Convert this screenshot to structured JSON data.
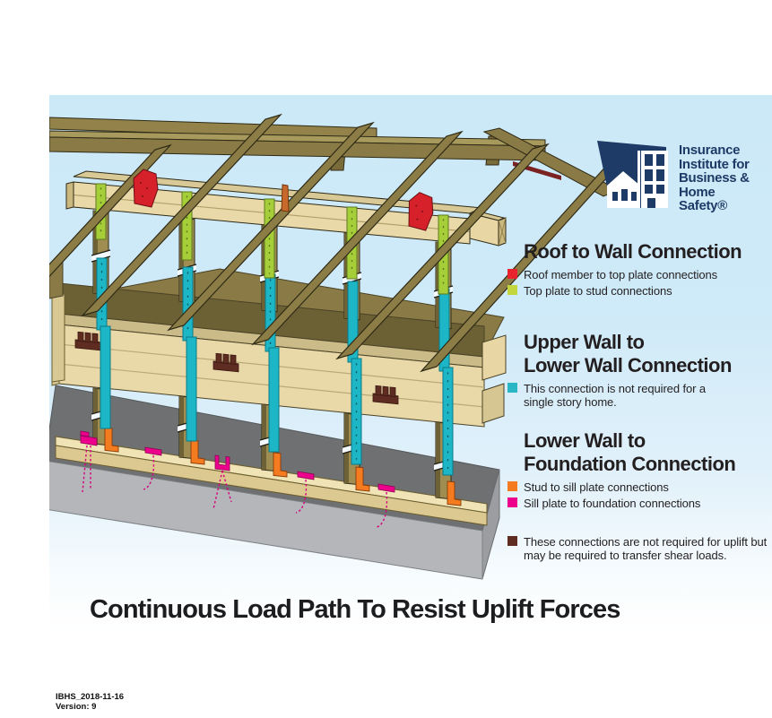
{
  "logo": {
    "line1": "Insurance",
    "line2": "Institute for",
    "line3": "Business &",
    "line4": "Home",
    "line5": "Safety®"
  },
  "colors": {
    "roof_red": "#e8232e",
    "roof_green": "#c3d63e",
    "upper_cyan": "#29b7c6",
    "foundation_orange": "#f47b20",
    "foundation_magenta": "#ec008c",
    "note_brown": "#5f2c21",
    "navy": "#1e3a66"
  },
  "sections": {
    "roof": {
      "title": "Roof to Wall Connection",
      "item_red": "Roof member to top plate connections",
      "item_green": "Top plate to stud connections"
    },
    "upper": {
      "title_line1": "Upper Wall to",
      "title_line2": "Lower Wall Connection",
      "item_line1": "This connection is not required for a",
      "item_line2": "single story home."
    },
    "foundation": {
      "title_line1": "Lower Wall to",
      "title_line2": "Foundation Connection",
      "item_orange": "Stud to sill plate connections",
      "item_magenta": "Sill plate to foundation connections"
    },
    "note": {
      "line1": "These connections are not required for uplift but",
      "line2": "may be required to transfer shear loads."
    }
  },
  "main_title": "Continuous Load Path To Resist Uplift Forces",
  "footer": {
    "line1": "IBHS_2018-11-16",
    "line2": "Version: 9"
  }
}
